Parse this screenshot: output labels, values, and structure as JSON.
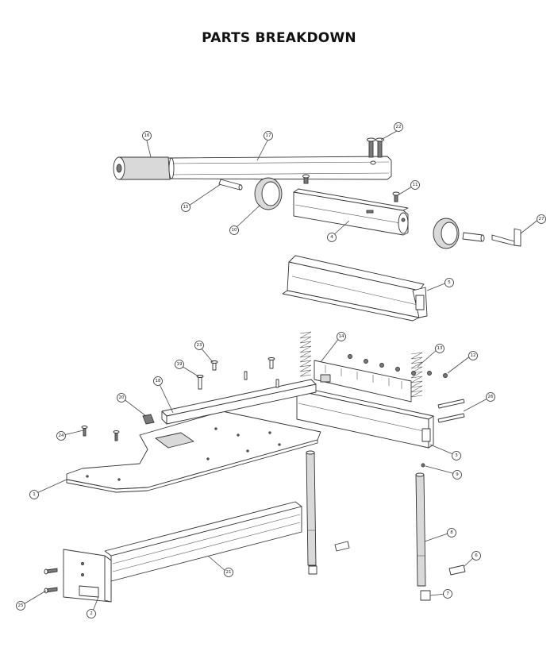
{
  "title": "PARTS BREAKDOWN",
  "callouts": [
    {
      "id": "c1",
      "text": "1"
    },
    {
      "id": "c2",
      "text": "2"
    },
    {
      "id": "c3",
      "text": "3"
    },
    {
      "id": "c4",
      "text": "4"
    },
    {
      "id": "c5",
      "text": "5"
    },
    {
      "id": "c6",
      "text": "6"
    },
    {
      "id": "c7",
      "text": "7"
    },
    {
      "id": "c8",
      "text": "8"
    },
    {
      "id": "c9",
      "text": "9"
    },
    {
      "id": "c10",
      "text": "10"
    },
    {
      "id": "c11",
      "text": "11"
    },
    {
      "id": "c12",
      "text": "12"
    },
    {
      "id": "c13",
      "text": "13"
    },
    {
      "id": "c14",
      "text": "14"
    },
    {
      "id": "c15",
      "text": "15"
    },
    {
      "id": "c16",
      "text": "16"
    },
    {
      "id": "c17",
      "text": "17"
    },
    {
      "id": "c18",
      "text": "18"
    },
    {
      "id": "c19",
      "text": "19"
    },
    {
      "id": "c20",
      "text": "20"
    },
    {
      "id": "c21",
      "text": "21"
    },
    {
      "id": "c22",
      "text": "22"
    },
    {
      "id": "c23",
      "text": "23"
    },
    {
      "id": "c24",
      "text": "24"
    },
    {
      "id": "c25",
      "text": "25"
    },
    {
      "id": "c26",
      "text": "26"
    },
    {
      "id": "c27",
      "text": "27"
    }
  ]
}
